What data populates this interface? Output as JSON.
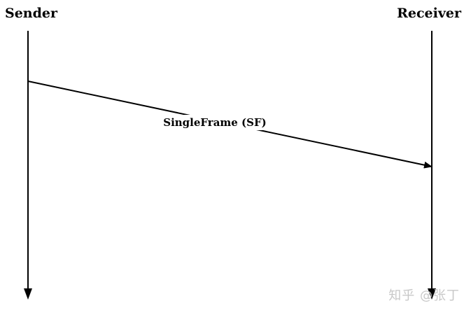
{
  "lifelines": {
    "sender": "Sender",
    "receiver": "Receiver"
  },
  "messages": [
    {
      "label": "SingleFrame (SF)",
      "from": "Sender",
      "to": "Receiver"
    }
  ],
  "watermark": "知乎 @张丁",
  "colors": {
    "line": "#000000",
    "background": "#ffffff",
    "watermark": "#c8c8c8"
  }
}
